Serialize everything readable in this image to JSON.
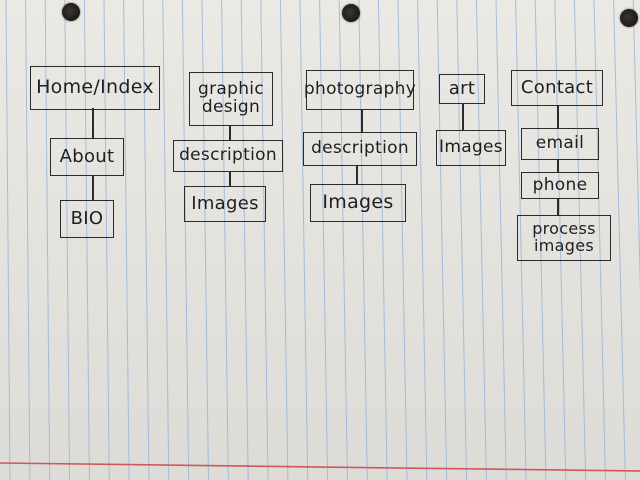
{
  "nodes": {
    "home": "Home/Index",
    "about": "About",
    "bio": "BIO",
    "graphic_design": "graphic\ndesign",
    "gd_description": "description",
    "gd_images": "Images",
    "photography": "photography",
    "ph_description": "description",
    "ph_images": "Images",
    "art": "art",
    "art_images": "Images",
    "contact": "Contact",
    "email": "email",
    "phone": "phone",
    "process_images": "process\nimages"
  },
  "colors": {
    "paper": "#ebe9e4",
    "rule_blue": "#8fb0d8",
    "margin_red": "#d0575d",
    "ink": "#2b2b2b"
  }
}
